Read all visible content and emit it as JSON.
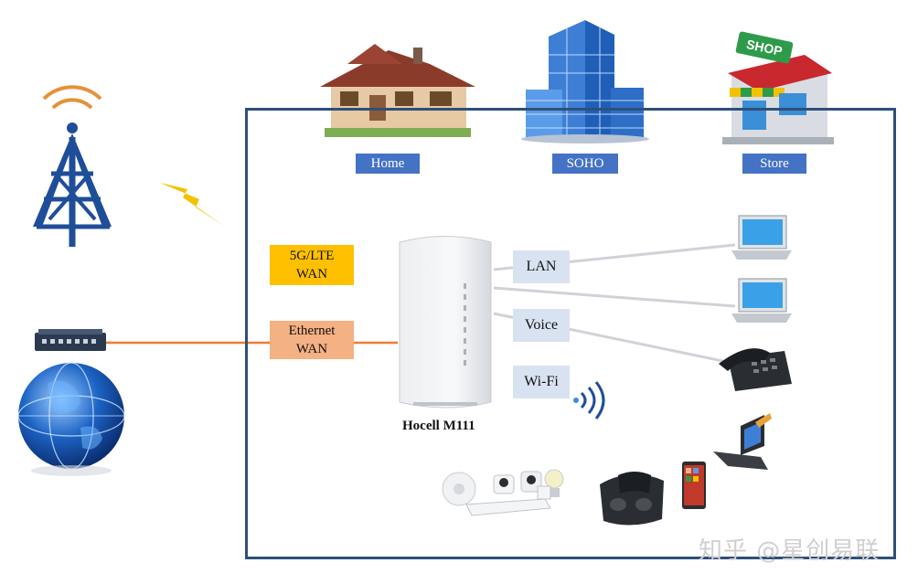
{
  "locations": {
    "home": "Home",
    "soho": "SOHO",
    "store": "Store",
    "shop_sign": "SHOP"
  },
  "wan": {
    "lte_line1": "5G/LTE",
    "lte_line2": "WAN",
    "eth_line1": "Ethernet",
    "eth_line2": "WAN"
  },
  "router": {
    "name": "Hocell M111"
  },
  "ports": {
    "lan": "LAN",
    "voice": "Voice",
    "wifi": "Wi-Fi"
  },
  "watermark": "知乎 @星创易联",
  "colors": {
    "frame": "#2f4f7a",
    "location_label": "#4472c4",
    "lte_wan": "#ffc000",
    "ethernet_wan": "#f4b183",
    "ethernet_line": "#ed7d31",
    "port_label": "#d9e2f1",
    "tower": "#1f4e99",
    "tower_waves": "#e69138",
    "lightning": "#f2c200"
  },
  "icons": [
    "cell-tower-icon",
    "lightning-icon",
    "switch-icon",
    "globe-icon",
    "house-icon",
    "office-building-icon",
    "shop-icon",
    "router-icon",
    "laptop-icon",
    "desktop-icon",
    "phone-icon",
    "wifi-icon",
    "smart-home-icon",
    "vr-headset-icon",
    "smartphone-icon"
  ]
}
